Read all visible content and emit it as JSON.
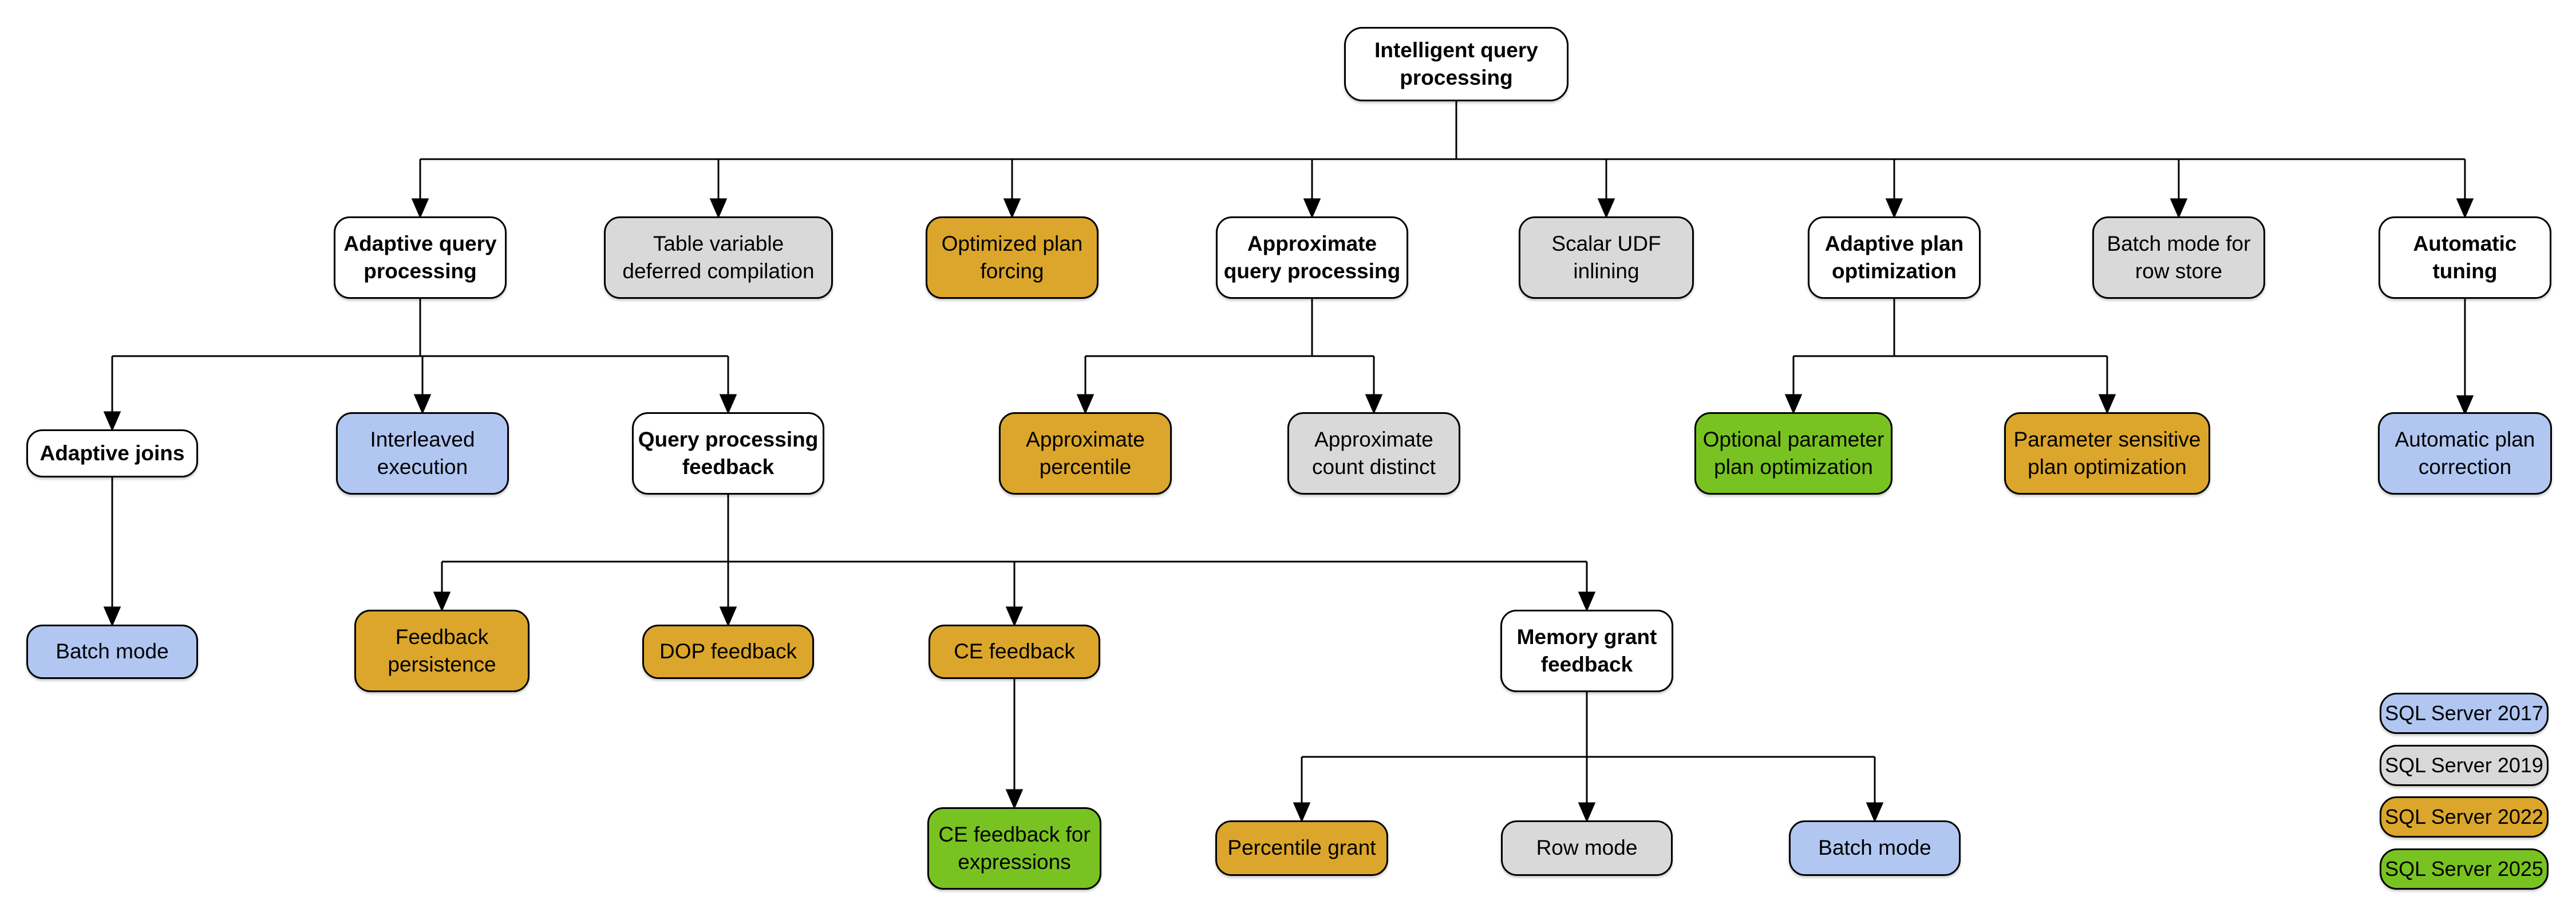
{
  "title": "Intelligent query processing",
  "palette": {
    "category": "#ffffff",
    "2017": "#b1c7f2",
    "2019": "#d9d9d9",
    "2022": "#dba62b",
    "2025": "#78c322"
  },
  "nodes": [
    {
      "id": "intelligent-query-processing",
      "label": "Intelligent query\nprocessing",
      "version": "category"
    },
    {
      "id": "adaptive-query-processing",
      "label": "Adaptive query\nprocessing",
      "version": "category"
    },
    {
      "id": "table-variable-deferred-compilation",
      "label": "Table variable\ndeferred compilation",
      "version": "2019"
    },
    {
      "id": "optimized-plan-forcing",
      "label": "Optimized plan\nforcing",
      "version": "2022"
    },
    {
      "id": "approximate-query-processing",
      "label": "Approximate\nquery processing",
      "version": "category"
    },
    {
      "id": "scalar-udf-inlining",
      "label": "Scalar UDF\ninlining",
      "version": "2019"
    },
    {
      "id": "adaptive-plan-optimization",
      "label": "Adaptive plan\noptimization",
      "version": "category"
    },
    {
      "id": "batch-mode-for-row-store",
      "label": "Batch mode for\nrow store",
      "version": "2019"
    },
    {
      "id": "automatic-tuning",
      "label": "Automatic\ntuning",
      "version": "category"
    },
    {
      "id": "adaptive-joins",
      "label": "Adaptive joins",
      "version": "category"
    },
    {
      "id": "interleaved-execution",
      "label": "Interleaved\nexecution",
      "version": "2017"
    },
    {
      "id": "query-processing-feedback",
      "label": "Query processing\nfeedback",
      "version": "category"
    },
    {
      "id": "approximate-percentile",
      "label": "Approximate\npercentile",
      "version": "2022"
    },
    {
      "id": "approximate-count-distinct",
      "label": "Approximate\ncount distinct",
      "version": "2019"
    },
    {
      "id": "optional-parameter-plan-optimization",
      "label": "Optional parameter\nplan optimization",
      "version": "2025"
    },
    {
      "id": "parameter-sensitive-plan-optimization",
      "label": "Parameter sensitive\nplan optimization",
      "version": "2022"
    },
    {
      "id": "automatic-plan-correction",
      "label": "Automatic plan\ncorrection",
      "version": "2017"
    },
    {
      "id": "batch-mode-adaptive-joins",
      "label": "Batch mode",
      "version": "2017"
    },
    {
      "id": "feedback-persistence",
      "label": "Feedback\npersistence",
      "version": "2022"
    },
    {
      "id": "dop-feedback",
      "label": "DOP feedback",
      "version": "2022"
    },
    {
      "id": "ce-feedback",
      "label": "CE feedback",
      "version": "2022"
    },
    {
      "id": "memory-grant-feedback",
      "label": "Memory grant\nfeedback",
      "version": "category"
    },
    {
      "id": "ce-feedback-for-expressions",
      "label": "CE feedback for\nexpressions",
      "version": "2025"
    },
    {
      "id": "percentile-grant",
      "label": "Percentile grant",
      "version": "2022"
    },
    {
      "id": "row-mode",
      "label": "Row mode",
      "version": "2019"
    },
    {
      "id": "batch-mode-memory-grant",
      "label": "Batch mode",
      "version": "2017"
    }
  ],
  "legend": {
    "items": [
      {
        "label": "SQL Server 2017",
        "version": "2017",
        "color": "#b1c7f2"
      },
      {
        "label": "SQL Server 2019",
        "version": "2019",
        "color": "#d9d9d9"
      },
      {
        "label": "SQL Server 2022",
        "version": "2022",
        "color": "#dba62b"
      },
      {
        "label": "SQL Server 2025",
        "version": "2025",
        "color": "#78c322"
      }
    ]
  }
}
